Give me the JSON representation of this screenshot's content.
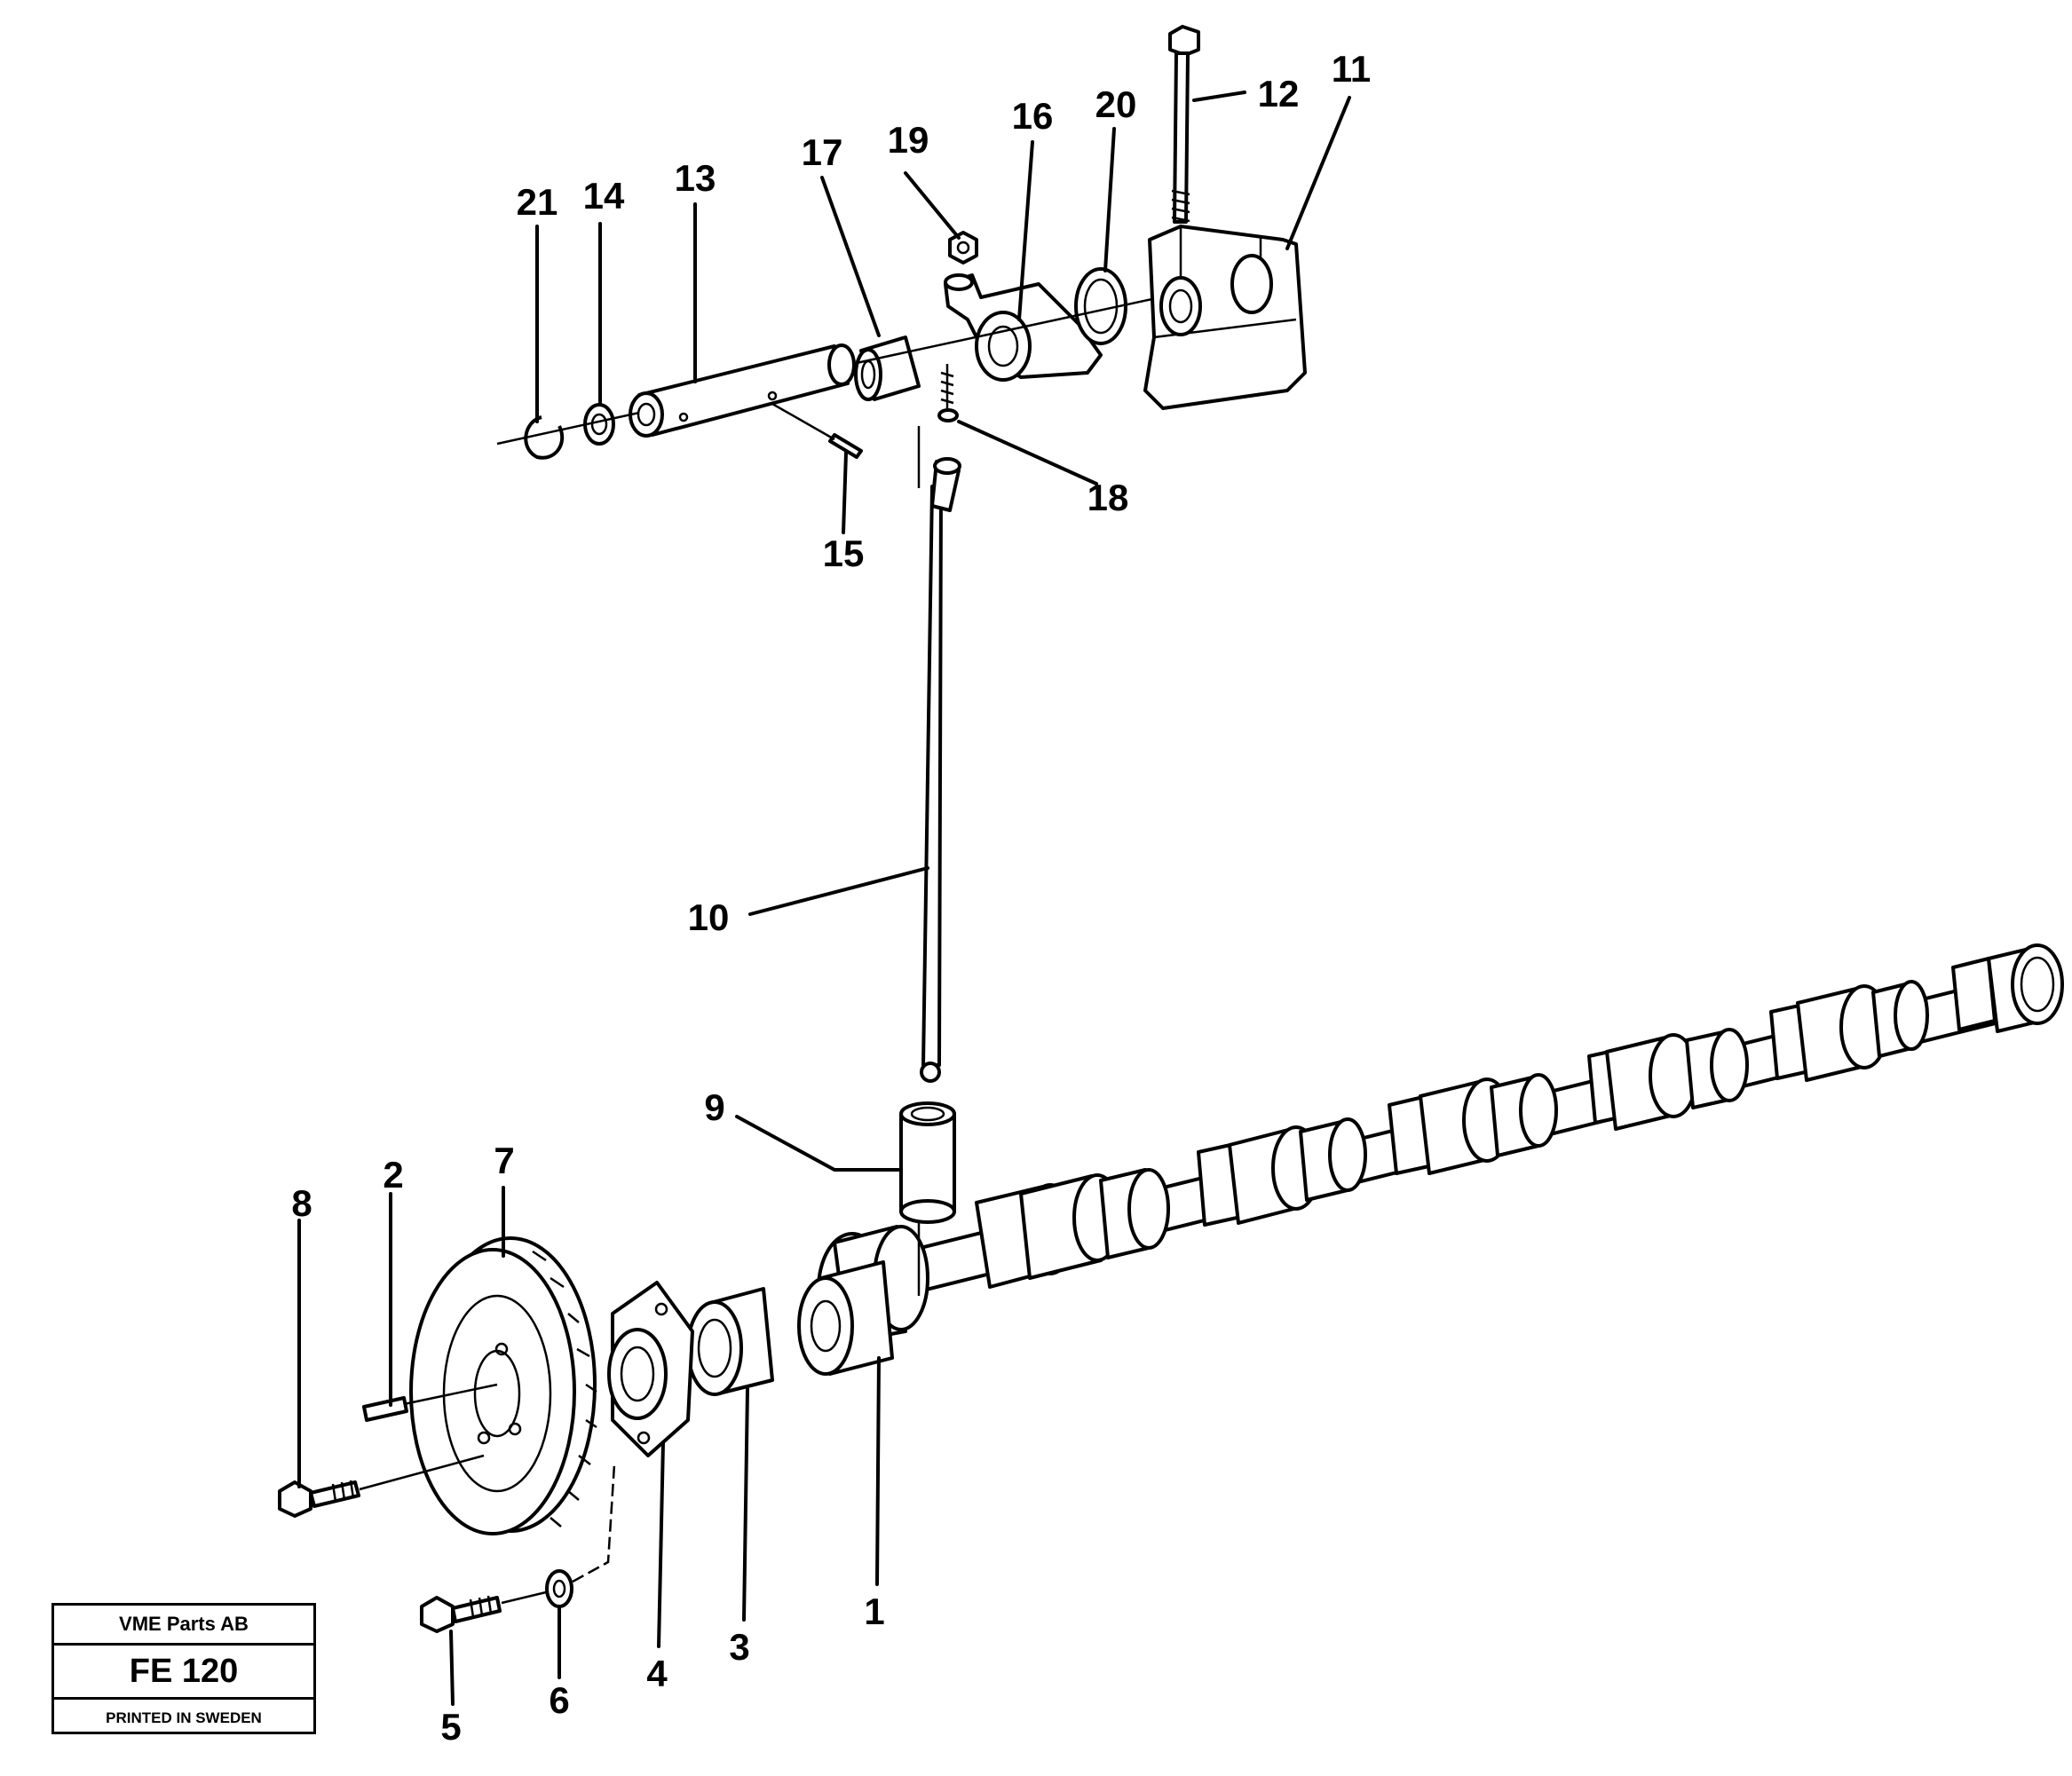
{
  "title_block": {
    "company": "VME Parts AB",
    "code": "FE 120",
    "footer": "PRINTED IN SWEDEN"
  },
  "callouts": [
    "1",
    "2",
    "3",
    "4",
    "5",
    "6",
    "7",
    "8",
    "9",
    "10",
    "11",
    "12",
    "13",
    "14",
    "15",
    "16",
    "17",
    "18",
    "19",
    "20",
    "21"
  ]
}
